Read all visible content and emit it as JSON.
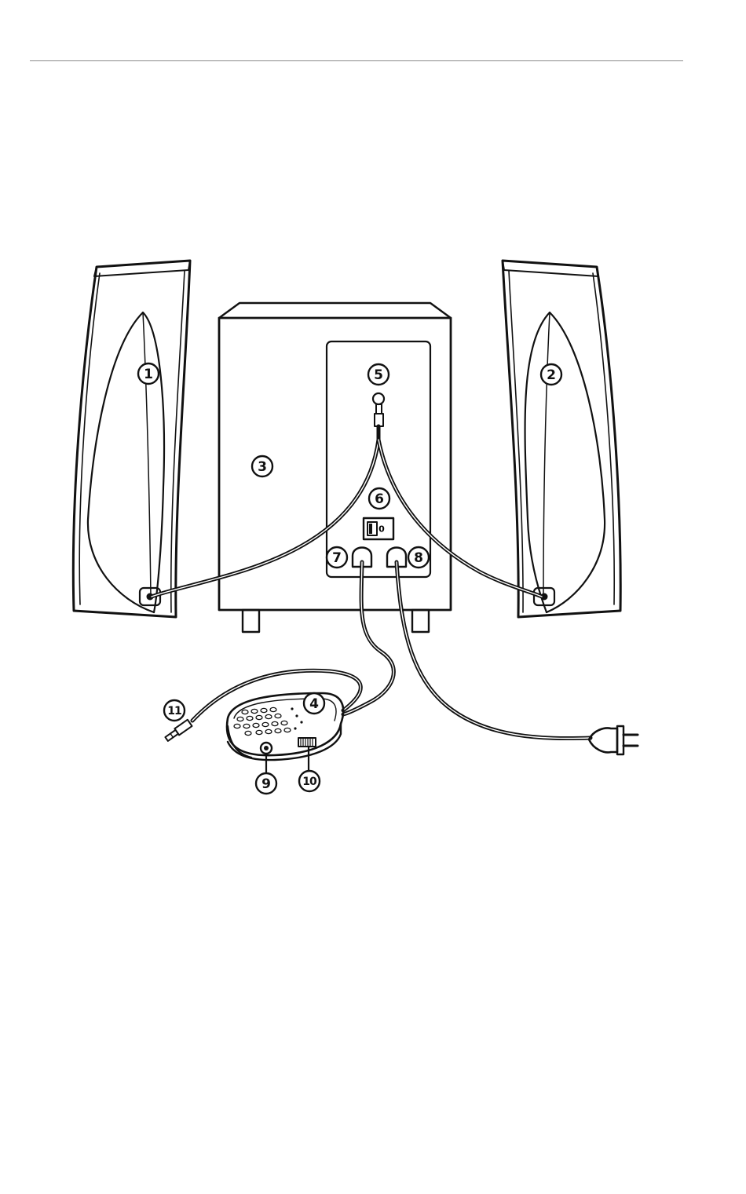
{
  "callouts": {
    "left_speaker": "1",
    "right_speaker": "2",
    "subwoofer": "3",
    "control_pod": "4",
    "input_jack": "5",
    "power_switch": "6",
    "port_left": "7",
    "port_right": "8",
    "headphone_jack": "9",
    "volume_wheel": "10",
    "audio_plug": "11"
  },
  "power_switch_symbol": "0"
}
